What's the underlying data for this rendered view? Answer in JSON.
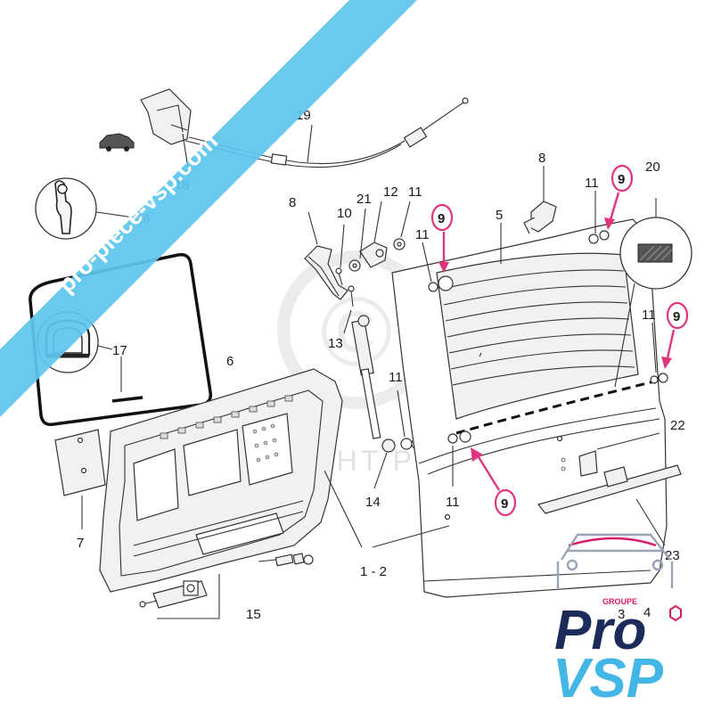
{
  "watermark": {
    "banner_text": "pro-piece-vsp.com",
    "copyright_text": "COPYRIGHT PROVSP",
    "copyright_symbol": "©"
  },
  "logo": {
    "line1": "Pro",
    "line2": "VSP",
    "group_label": "GROUPE",
    "colors": {
      "navy": "#1c2b5a",
      "sky": "#43b6e6",
      "magenta": "#d81b6a"
    }
  },
  "colors": {
    "highlight": "#e0357e",
    "banner": "#5cc6ee",
    "line": "#333333"
  },
  "callouts": {
    "c1_2": "1 - 2",
    "c3": "3",
    "c4": "4",
    "c5": "5",
    "c6": "6",
    "c7": "7",
    "c8": "8",
    "c9": "9",
    "c10": "10",
    "c11": "11",
    "c12": "12",
    "c13": "13",
    "c14": "14",
    "c15": "15",
    "c16": "16",
    "c17": "17",
    "c18": "18",
    "c19": "19",
    "c20": "20",
    "c21": "21",
    "c22": "22",
    "c23": "23"
  }
}
